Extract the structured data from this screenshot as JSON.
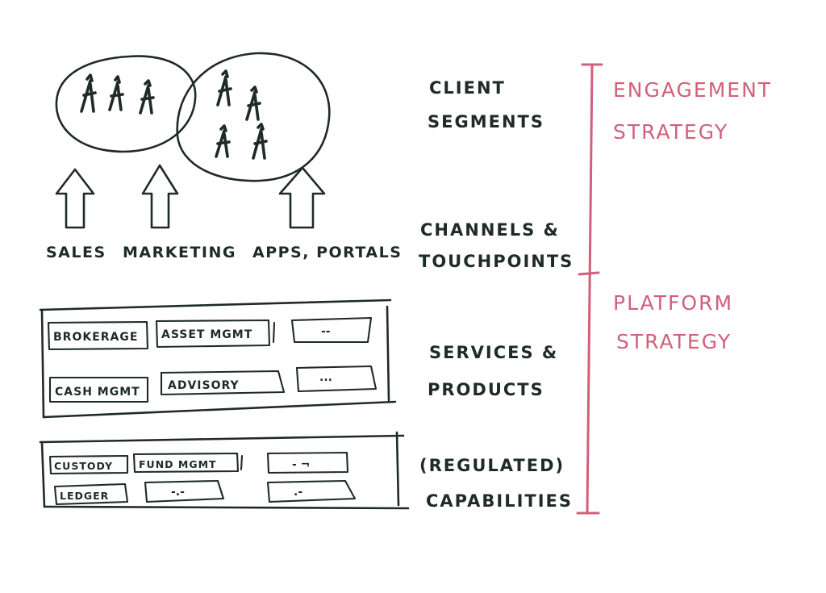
{
  "channels": {
    "sales": "SALES",
    "marketing": "MARKETING",
    "apps_portals": "APPS, PORTALS"
  },
  "layers": {
    "client_segments": [
      "CLIENT",
      "SEGMENTS"
    ],
    "channels_touchpoints": [
      "CHANNELS &",
      "TOUCHPOINTS"
    ],
    "services_products": [
      "SERVICES &",
      "PRODUCTS"
    ],
    "regulated_capabilities": [
      "(REGULATED)",
      "CAPABILITIES"
    ]
  },
  "strategies": {
    "engagement": [
      "ENGAGEMENT",
      "STRATEGY"
    ],
    "platform": [
      "PLATFORM",
      "STRATEGY"
    ]
  },
  "services": {
    "brokerage": "BROKERAGE",
    "asset_mgmt": "ASSET MGMT",
    "placeholder_1": "--",
    "cash_mgmt": "CASH MGMT",
    "advisory": "ADVISORY",
    "placeholder_2": "..."
  },
  "capabilities": {
    "custody": "CUSTODY",
    "fund_mgmt": "FUND MGMT",
    "placeholder_1": "- ¬",
    "ledger": "LEDGER",
    "placeholder_2": "-.-",
    "placeholder_3": ".-"
  },
  "colors": {
    "ink": "#1f2b28",
    "accent": "#d0607a",
    "background": "#ffffff"
  }
}
